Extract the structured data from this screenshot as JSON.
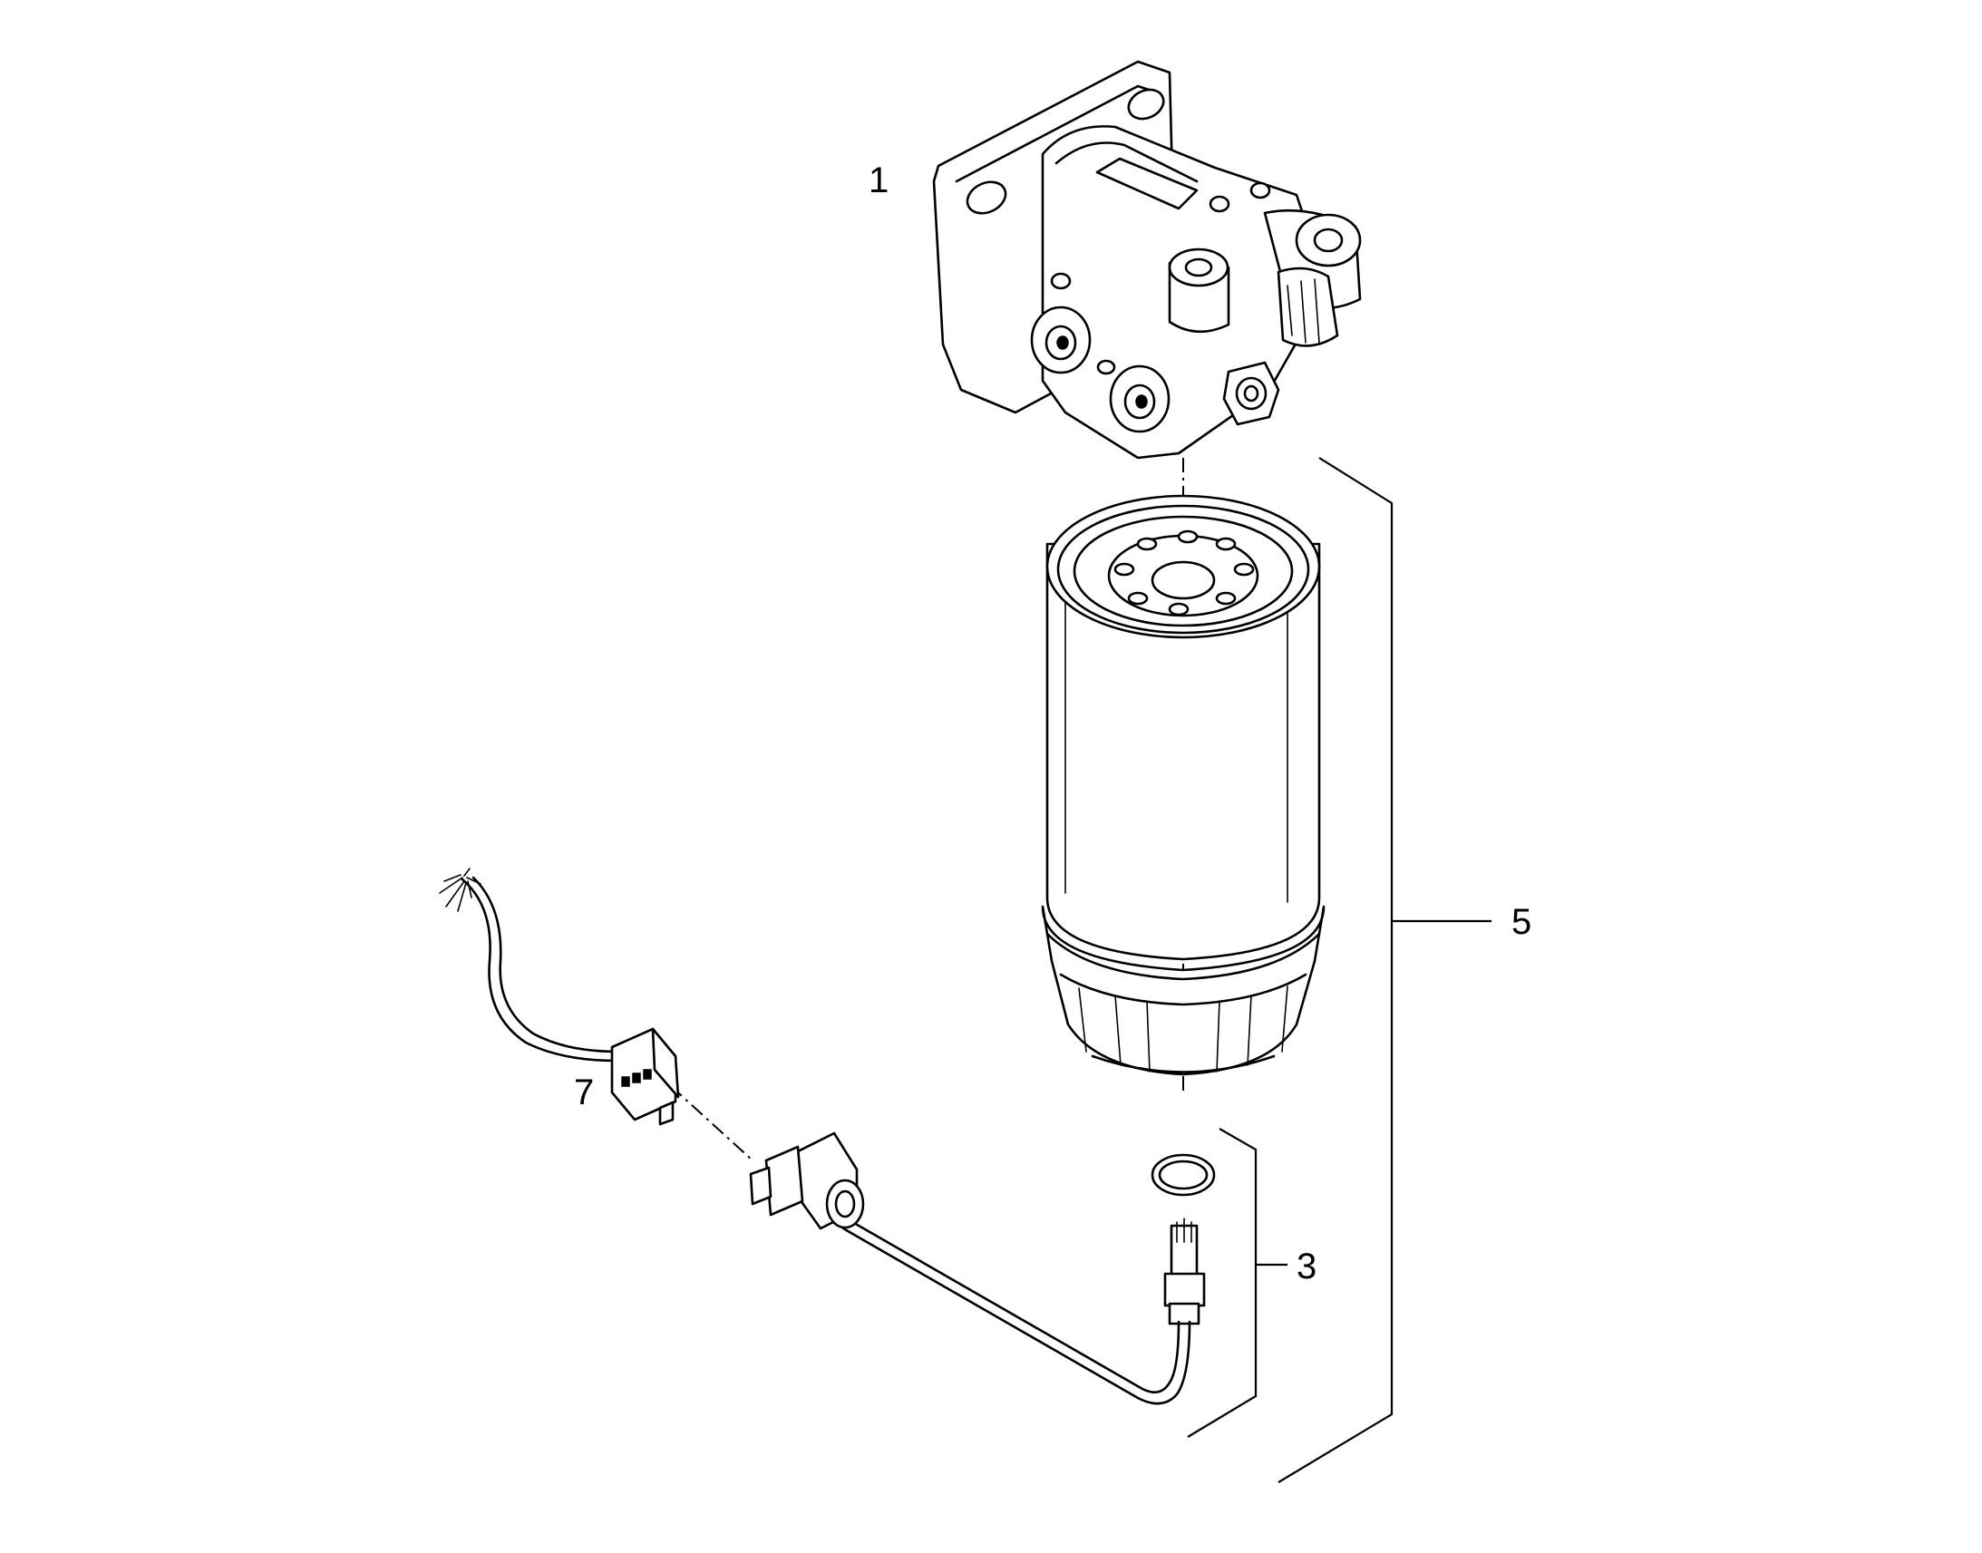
{
  "colors": {
    "ink": "#000000",
    "background": "#ffffff"
  },
  "callouts": {
    "c1": "1",
    "c3": "3",
    "c5": "5",
    "c7": "7"
  }
}
